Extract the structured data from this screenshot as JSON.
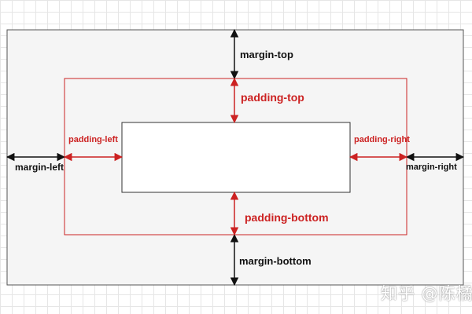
{
  "labels": {
    "margin_top": "margin-top",
    "margin_bottom": "margin-bottom",
    "margin_left": "margin-left",
    "margin_right": "margin-right",
    "padding_top": "padding-top",
    "padding_bottom": "padding-bottom",
    "padding_left": "padding-left",
    "padding_right": "padding-right"
  },
  "watermark": "知乎 @陈橘",
  "colors": {
    "margin_box_fill": "#f5f5f5",
    "margin_box_stroke": "#555555",
    "padding_box_stroke": "#cc2222",
    "content_box_fill": "#ffffff",
    "content_box_stroke": "#333333",
    "margin_arrow": "#111111",
    "padding_arrow": "#cc2222"
  }
}
